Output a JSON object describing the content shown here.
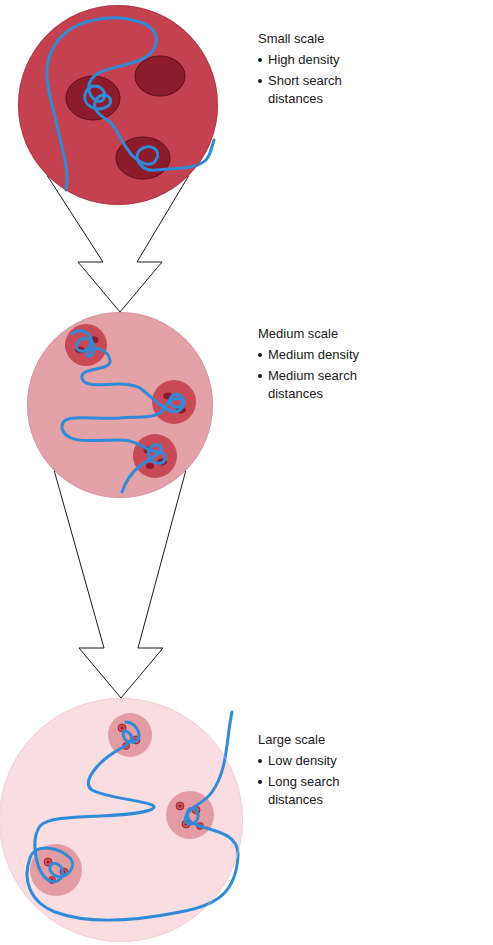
{
  "diagram": {
    "nodes": [
      {
        "text": [
          "Small scale",
          "High density",
          "Short search distances"
        ]
      },
      {
        "text": [
          "Medium scale",
          "Medium density",
          "Medium search distances"
        ]
      },
      {
        "text": [
          "Large scale",
          "Low density",
          "Long search distances"
        ]
      }
    ],
    "edges": [
      {
        "from": 0,
        "to": 1,
        "arrow": "to"
      },
      {
        "from": 1,
        "to": 2,
        "arrow": "to"
      }
    ]
  }
}
